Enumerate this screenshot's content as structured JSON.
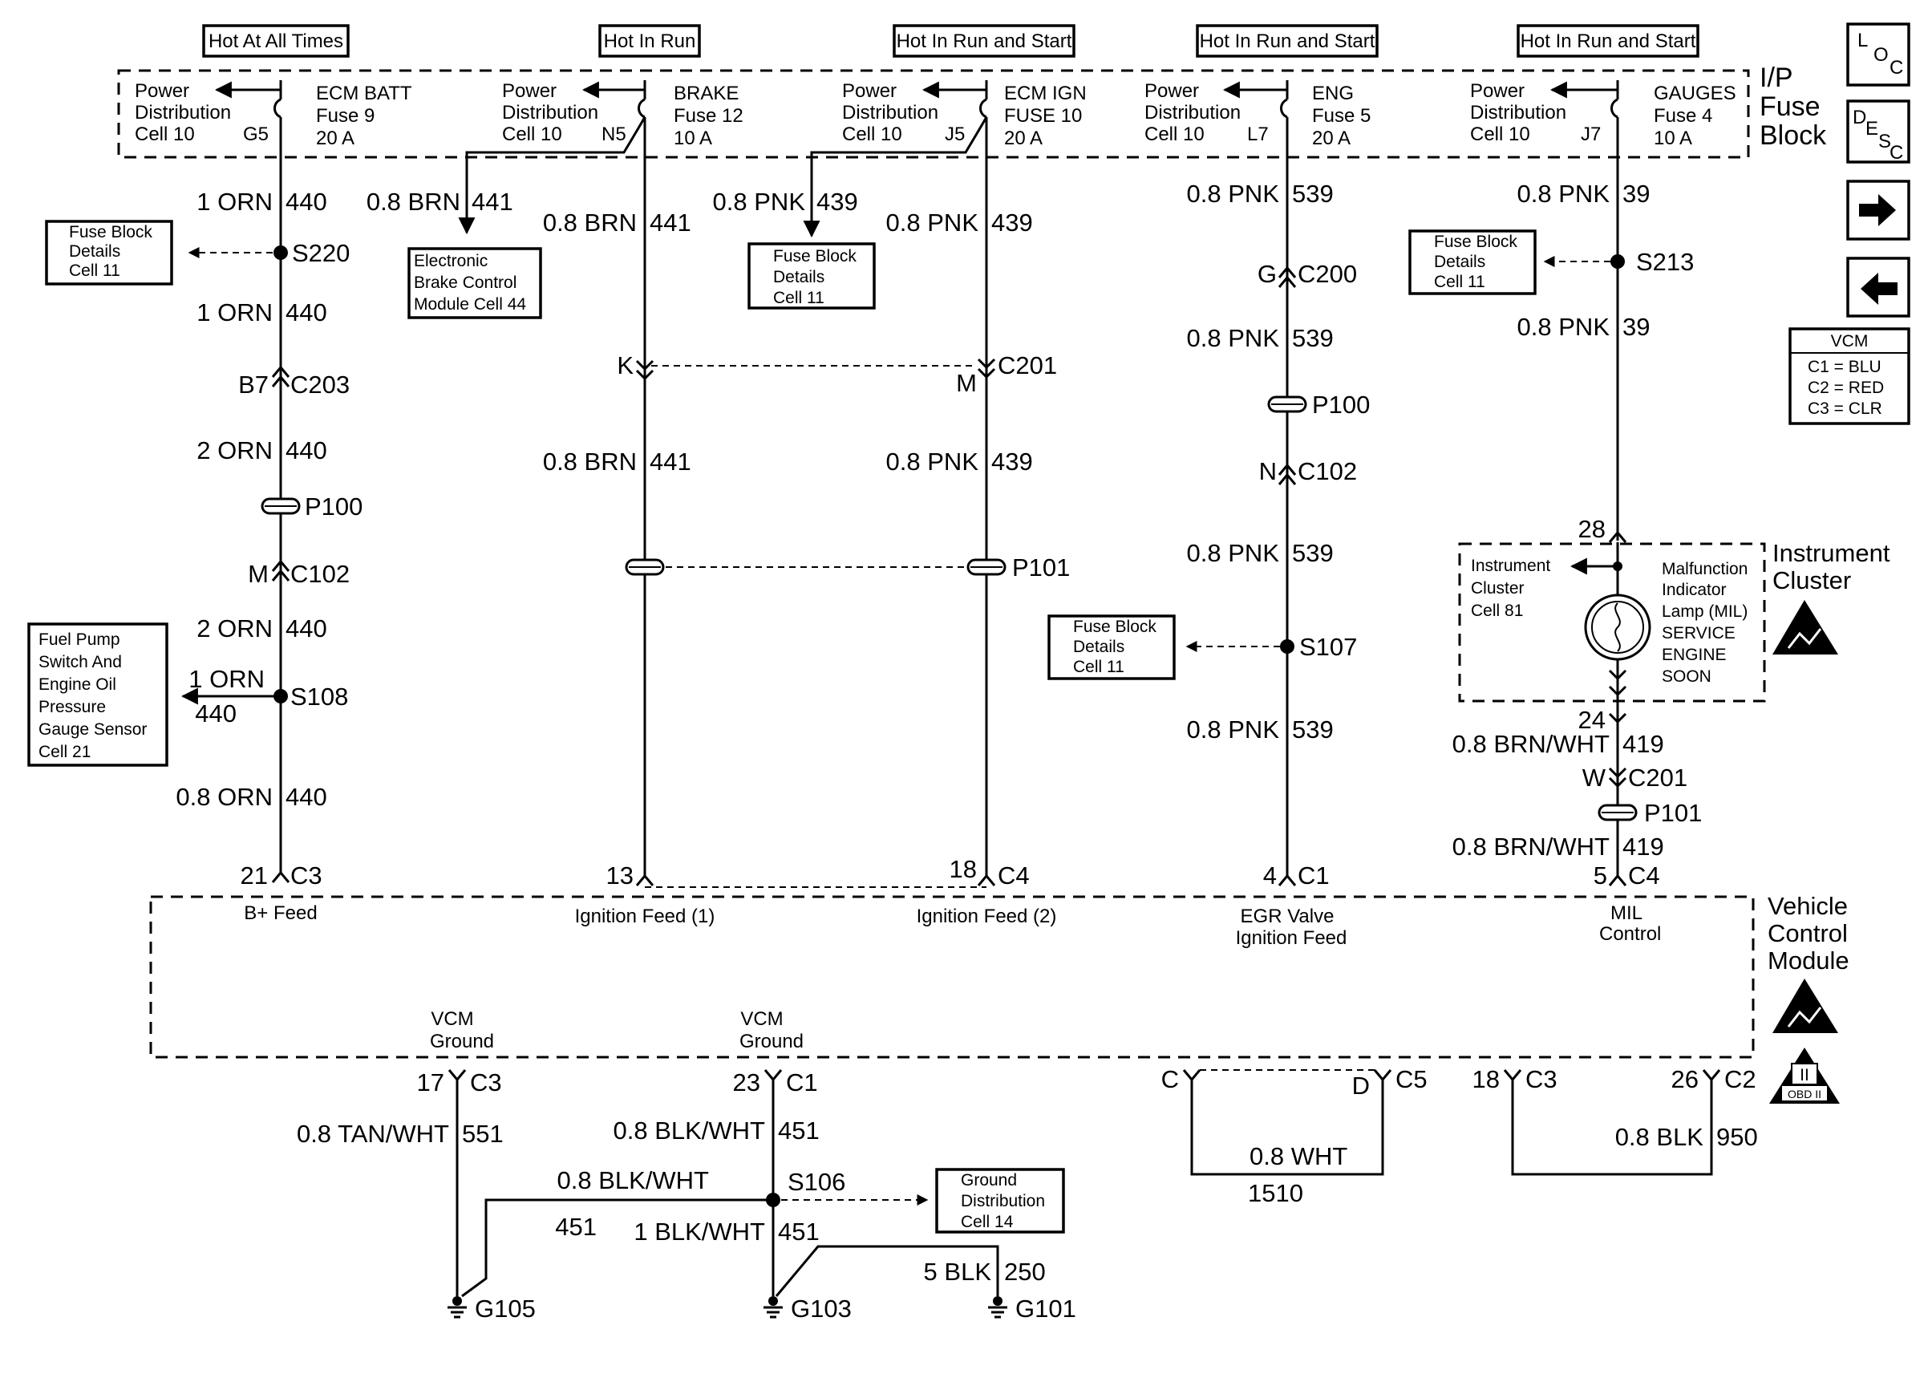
{
  "power_labels": [
    "Hot At All Times",
    "Hot In Run",
    "Hot In Run and Start",
    "Hot In Run and Start",
    "Hot In Run and Start"
  ],
  "fuse_block_title": [
    "I/P",
    "Fuse",
    "Block"
  ],
  "fuses": [
    {
      "dist": [
        "Power",
        "Distribution",
        "Cell 10"
      ],
      "name": [
        "ECM BATT",
        "Fuse 9",
        "20 A"
      ],
      "term": "G5"
    },
    {
      "dist": [
        "Power",
        "Distribution",
        "Cell 10"
      ],
      "name": [
        "BRAKE",
        "Fuse 12",
        "10 A"
      ],
      "term": "N5"
    },
    {
      "dist": [
        "Power",
        "Distribution",
        "Cell 10"
      ],
      "name": [
        "ECM IGN",
        "FUSE 10",
        "20 A"
      ],
      "term": "J5"
    },
    {
      "dist": [
        "Power",
        "Distribution",
        "Cell 10"
      ],
      "name": [
        "ENG",
        "Fuse 5",
        "20 A"
      ],
      "term": "L7"
    },
    {
      "dist": [
        "Power",
        "Distribution",
        "Cell 10"
      ],
      "name": [
        "GAUGES",
        "Fuse 4",
        "10 A"
      ],
      "term": "J7"
    }
  ],
  "side_icons": {
    "loc": [
      "L",
      "O",
      "C"
    ],
    "desc": [
      "D",
      "E",
      "S",
      "C"
    ]
  },
  "vcm_legend": {
    "title": "VCM",
    "rows": [
      "C1 = BLU",
      "C2 = RED",
      "C3 = CLR"
    ]
  },
  "ref_boxes": {
    "fb1": [
      "Fuse Block",
      "Details",
      "Cell 11"
    ],
    "ebcm": [
      "Electronic",
      "Brake Control",
      "Module Cell 44"
    ],
    "fb2": [
      "Fuse Block",
      "Details",
      "Cell 11"
    ],
    "fb3": [
      "Fuse Block",
      "Details",
      "Cell 11"
    ],
    "fb4": [
      "Fuse Block",
      "Details",
      "Cell 11"
    ],
    "fuelpump": [
      "Fuel Pump",
      "Switch And",
      "Engine Oil",
      "Pressure",
      "Gauge Sensor",
      "Cell 21"
    ],
    "grounddist": [
      "Ground",
      "Distribution",
      "Cell 14"
    ]
  },
  "wire_labels": {
    "c1_a": [
      "1 ORN",
      "440"
    ],
    "c1_b": [
      "1 ORN",
      "440"
    ],
    "c1_c": [
      "2 ORN",
      "440"
    ],
    "c1_d": [
      "2 ORN",
      "440"
    ],
    "c1_e": [
      "1 ORN",
      "440"
    ],
    "c1_f": [
      "0.8 ORN",
      "440"
    ],
    "ebcm": [
      "0.8 BRN",
      "441"
    ],
    "c2_a": [
      "0.8 BRN",
      "441"
    ],
    "c2_b": [
      "0.8 BRN",
      "441"
    ],
    "fb2": [
      "0.8 PNK",
      "439"
    ],
    "c3_a": [
      "0.8 PNK",
      "439"
    ],
    "c3_b": [
      "0.8 PNK",
      "439"
    ],
    "c4_a": [
      "0.8 PNK",
      "539"
    ],
    "c4_b": [
      "0.8 PNK",
      "539"
    ],
    "c4_c": [
      "0.8 PNK",
      "539"
    ],
    "c4_d": [
      "0.8 PNK",
      "539"
    ],
    "c5_a": [
      "0.8 PNK",
      "39"
    ],
    "c5_b": [
      "0.8 PNK",
      "39"
    ],
    "c5_c": [
      "0.8 BRN/WHT",
      "419"
    ],
    "c5_d": [
      "0.8 BRN/WHT",
      "419"
    ],
    "g_tan": [
      "0.8 TAN/WHT",
      "551"
    ],
    "g_blk": [
      "0.8 BLK/WHT",
      "451"
    ],
    "g_blk2": [
      "0.8 BLK/WHT",
      "451"
    ],
    "g_blk3": [
      "1 BLK/WHT",
      "451"
    ],
    "g_5blk": [
      "5 BLK",
      "250"
    ],
    "wht": [
      "0.8 WHT",
      "1510"
    ],
    "blk950": [
      "0.8 BLK",
      "950"
    ]
  },
  "splices": {
    "s220": "S220",
    "s108": "S108",
    "s213": "S213",
    "s107": "S107",
    "s106": "S106"
  },
  "connectors": {
    "c203": [
      "B7",
      "C203"
    ],
    "p100a": "P100",
    "c102a": [
      "M",
      "C102"
    ],
    "c201k": "K",
    "c201": [
      "M",
      "C201"
    ],
    "p101": "P101",
    "c200": [
      "G",
      "C200"
    ],
    "p100b": "P100",
    "c102b": [
      "N",
      "C102"
    ],
    "c201w": [
      "W",
      "C201"
    ],
    "p101b": "P101",
    "cluster_pin_top": "28",
    "cluster_pin_bot": "24"
  },
  "vcm_pins": {
    "p1": [
      "21",
      "C3"
    ],
    "p2": "13",
    "p3": [
      "18",
      "C4"
    ],
    "p4": [
      "4",
      "C1"
    ],
    "p5": [
      "5",
      "C4"
    ]
  },
  "vcm_inputs": [
    [
      "B+ Feed"
    ],
    [
      "Ignition Feed (1)"
    ],
    [
      "Ignition Feed (2)"
    ],
    [
      "EGR Valve",
      "Ignition Feed"
    ],
    [
      "MIL",
      "Control"
    ]
  ],
  "vcm_title": [
    "Vehicle",
    "Control",
    "Module"
  ],
  "vcm_grounds": {
    "g1": [
      "VCM",
      "Ground"
    ],
    "g2": [
      "VCM",
      "Ground"
    ]
  },
  "vcm_bottom_pins": {
    "b1": [
      "17",
      "C3"
    ],
    "b2": [
      "23",
      "C1"
    ],
    "b3": [
      "C",
      "D",
      "C5"
    ],
    "b4": [
      "18",
      "C3"
    ],
    "b5": [
      "26",
      "C2"
    ]
  },
  "grounds": {
    "g105": "G105",
    "g103": "G103",
    "g101": "G101"
  },
  "cluster": {
    "title": [
      "Instrument",
      "Cluster"
    ],
    "ref": [
      "Instrument",
      "Cluster",
      "Cell 81"
    ],
    "lamp": [
      "Malfunction",
      "Indicator",
      "Lamp (MIL)",
      "SERVICE",
      "ENGINE",
      "SOON"
    ]
  },
  "obd_badge": {
    "top": "II",
    "bottom": "OBD II"
  }
}
